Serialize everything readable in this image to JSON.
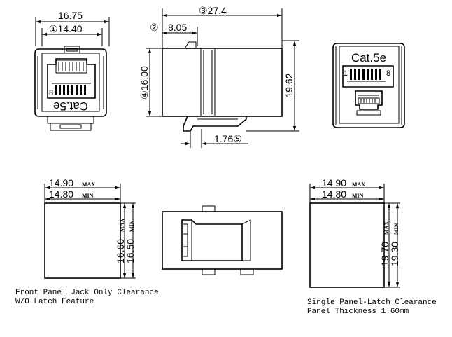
{
  "front_view": {
    "width_dim": "16.75",
    "inner_width_dim": "①14.40",
    "height_dim": "④16.00",
    "label": "Cat.5e",
    "pin_left": "8"
  },
  "side_view": {
    "length_dim": "③27.4",
    "offset_dim_marker": "②",
    "offset_dim": "8.05",
    "latch_dim": "1.76⑤"
  },
  "rear_view": {
    "label": "Cat.5e",
    "pin_left": "1",
    "pin_right": "8",
    "height_dim": "19.62"
  },
  "clearance_front": {
    "width_max": "14.90",
    "width_max_tag": "MAX",
    "width_min": "14.80",
    "width_min_tag": "MIN",
    "height_max": "16.60",
    "height_max_tag": "MAX",
    "height_min": "16.50",
    "height_min_tag": "MIN",
    "caption_line1": "Front Panel Jack Only Clearance",
    "caption_line2": "W/O Latch Feature"
  },
  "clearance_panel": {
    "width_max": "14.90",
    "width_max_tag": "MAX",
    "width_min": "14.80",
    "width_min_tag": "MIN",
    "height_max": "19.70",
    "height_max_tag": "MAX",
    "height_min": "19.30",
    "height_min_tag": "MIN",
    "caption_line1": "Single Panel-Latch Clearance",
    "caption_line2": "Panel Thickness 1.60mm"
  }
}
